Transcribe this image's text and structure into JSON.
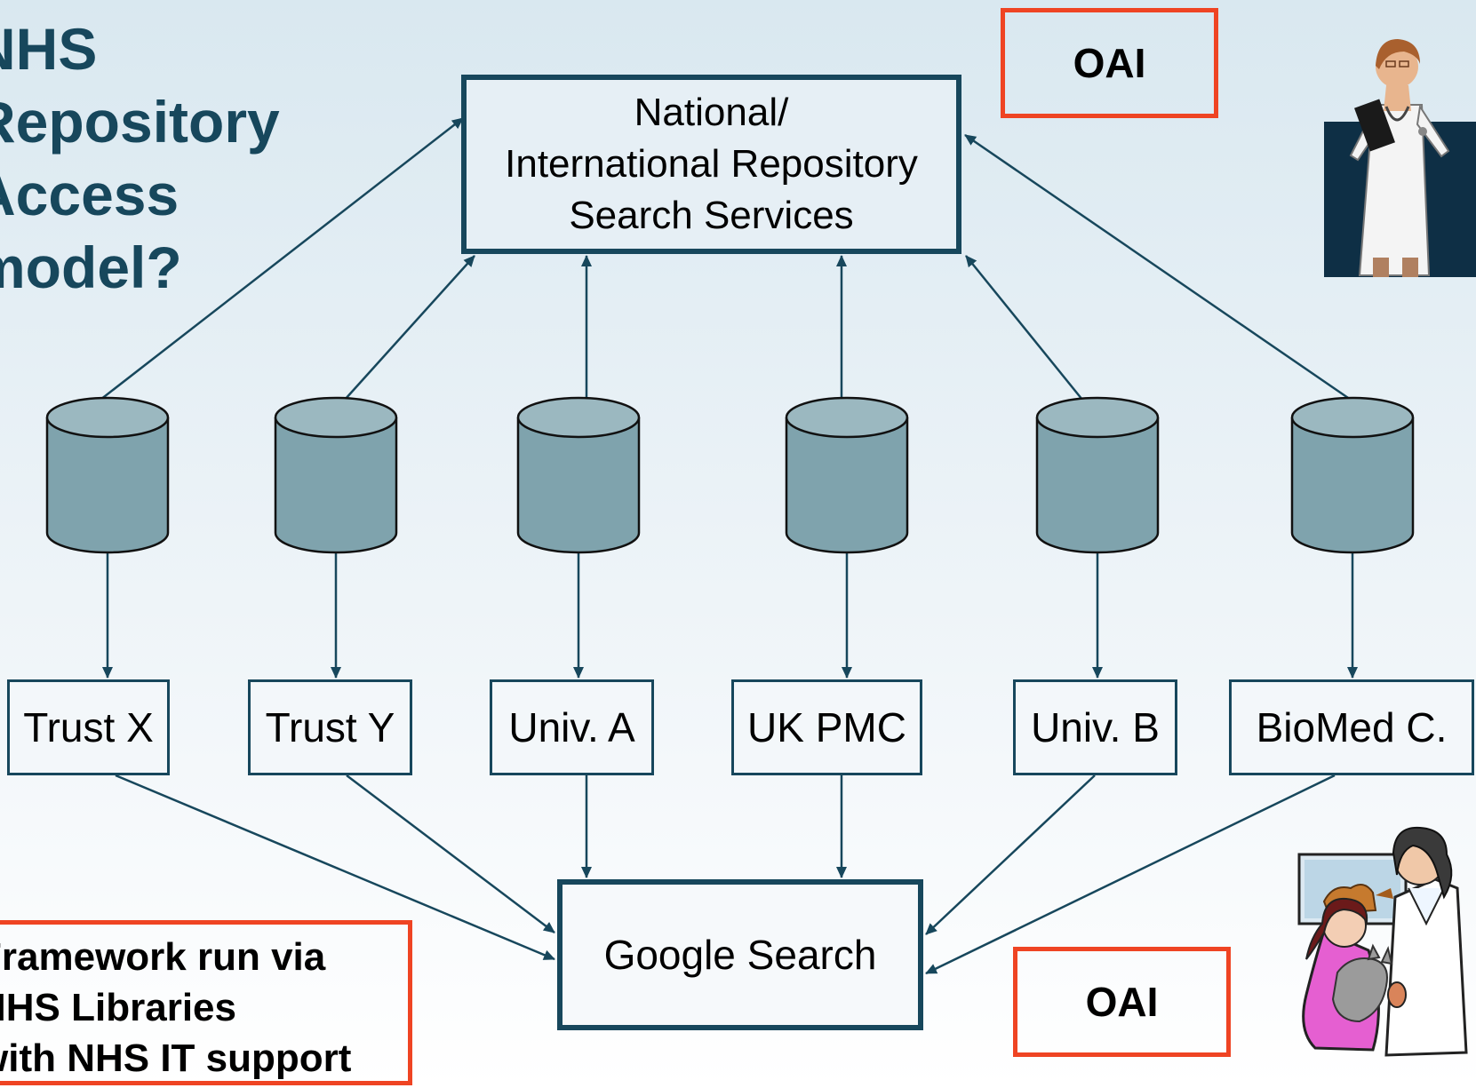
{
  "title": {
    "lines": [
      "NHS",
      "Repository",
      "Access",
      "model?"
    ]
  },
  "nodes": {
    "national": {
      "lines": [
        "National/",
        "International Repository",
        "Search Services"
      ]
    },
    "google": {
      "label": "Google Search"
    },
    "oai_top": {
      "label": "OAI"
    },
    "oai_bottom": {
      "label": "OAI"
    },
    "institutions": [
      {
        "label": "Trust X"
      },
      {
        "label": "Trust Y"
      },
      {
        "label": "Univ. A"
      },
      {
        "label": "UK PMC"
      },
      {
        "label": "Univ. B"
      },
      {
        "label": "BioMed C."
      }
    ]
  },
  "framework_note": {
    "lines": [
      "Framework run via",
      "NHS Libraries",
      "with NHS IT support"
    ]
  },
  "colors": {
    "dark_teal": "#17475c",
    "cylinder_fill": "#7fa3ad",
    "oai_border": "#ef4423",
    "arrow": "#17475c"
  },
  "icons": {
    "repositories": "database-cylinder-icon",
    "top_right": "doctor-clipart",
    "bottom_right": "vet-with-pets-clipart"
  }
}
